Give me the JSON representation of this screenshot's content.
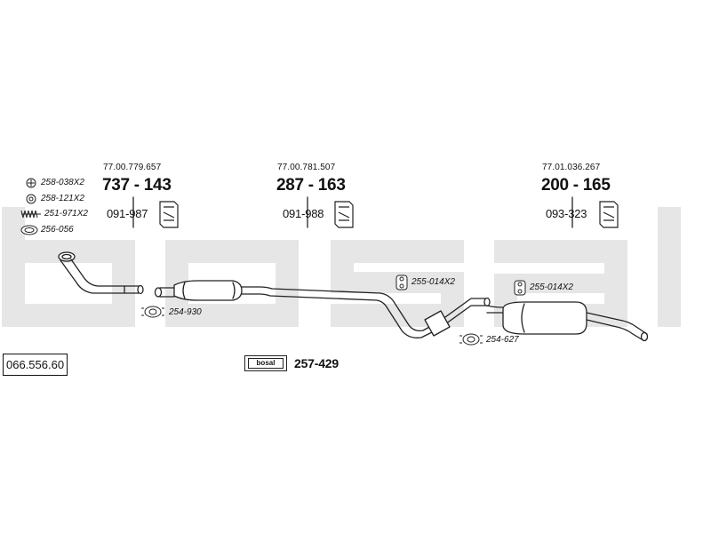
{
  "catalog_number": "066.556.60",
  "brand_label": "bosal",
  "assemblies": [
    {
      "oem": "77.00.779.657",
      "part": "737 - 143",
      "mount": "091-987"
    },
    {
      "oem": "77.00.781.507",
      "part": "287 - 163",
      "mount": "091-988"
    },
    {
      "oem": "77.01.036.267",
      "part": "200 - 165",
      "mount": "093-323"
    }
  ],
  "fitting_kit": [
    {
      "code": "258-038X2",
      "icon": "bolt-icon"
    },
    {
      "code": "258-121X2",
      "icon": "ring-icon"
    },
    {
      "code": "251-971X2",
      "icon": "spring-icon"
    },
    {
      "code": "256-056",
      "icon": "gasket-icon"
    }
  ],
  "clamps": [
    {
      "code": "254-930",
      "icon": "clamp-icon"
    },
    {
      "code": "254-627",
      "icon": "clamp-icon"
    }
  ],
  "hangers": [
    {
      "code": "255-014X2",
      "icon": "rubber-hanger-icon"
    },
    {
      "code": "255-014X2",
      "icon": "rubber-hanger-icon"
    }
  ],
  "mounting_kit": {
    "code": "257-429",
    "icon": "bosal-box-icon"
  },
  "colors": {
    "line": "#222222",
    "watermark": "#e6e6e6",
    "text": "#111111"
  }
}
